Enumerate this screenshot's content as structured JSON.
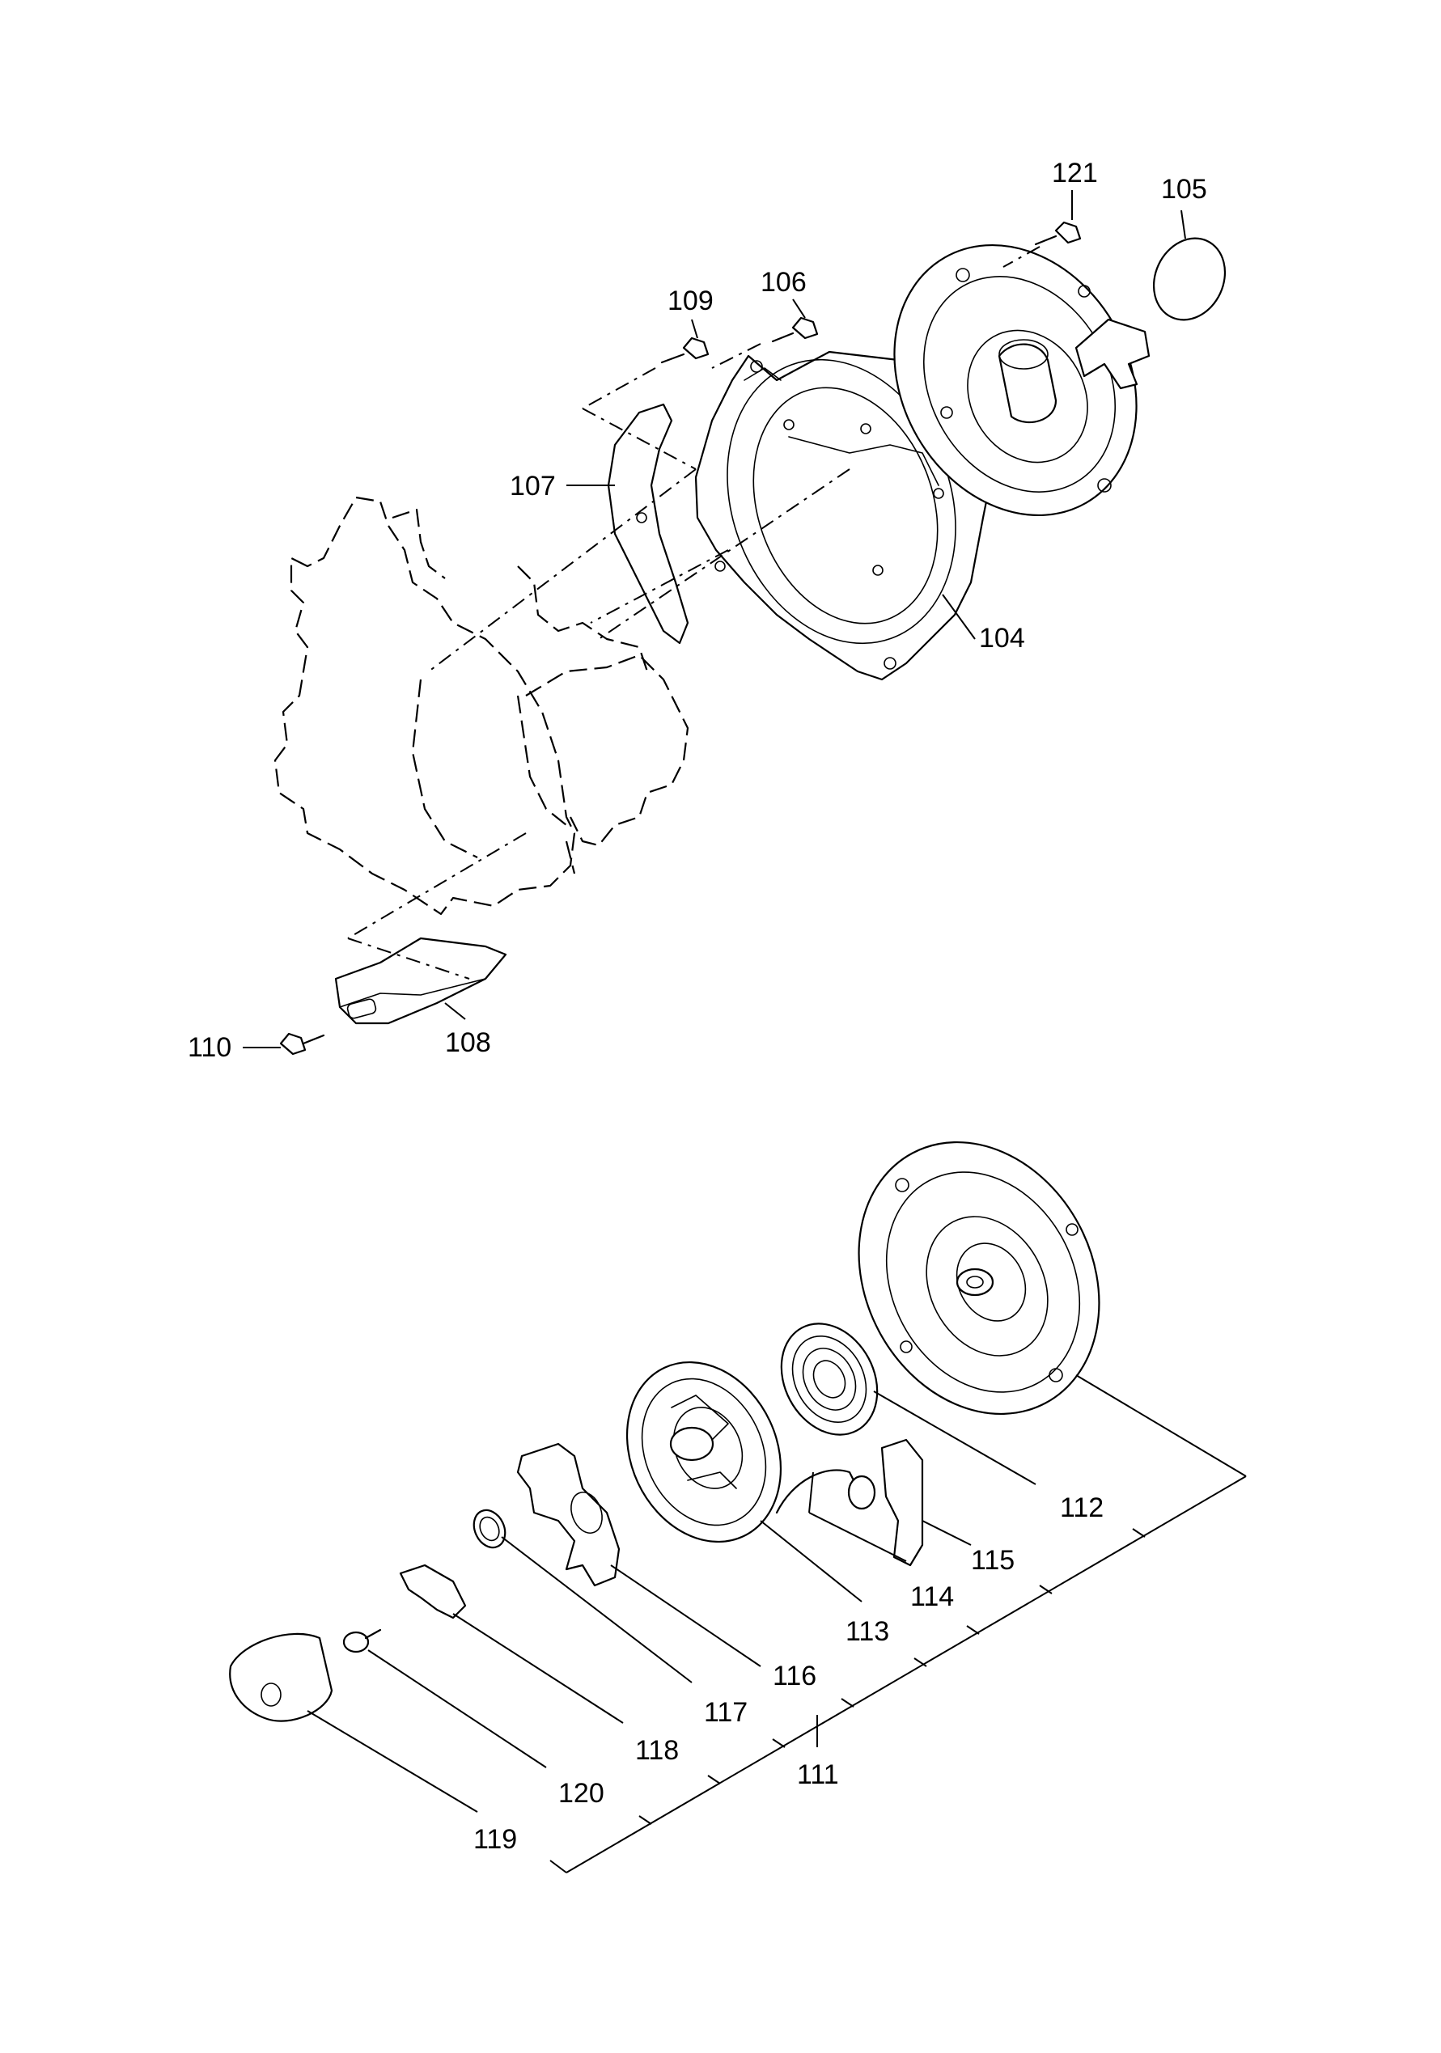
{
  "callouts": {
    "p104": "104",
    "p105": "105",
    "p106": "106",
    "p107": "107",
    "p108": "108",
    "p109": "109",
    "p110": "110",
    "p111": "111",
    "p112": "112",
    "p113": "113",
    "p114": "114",
    "p115": "115",
    "p116": "116",
    "p117": "117",
    "p118": "118",
    "p119": "119",
    "p120": "120",
    "p121": "121"
  }
}
